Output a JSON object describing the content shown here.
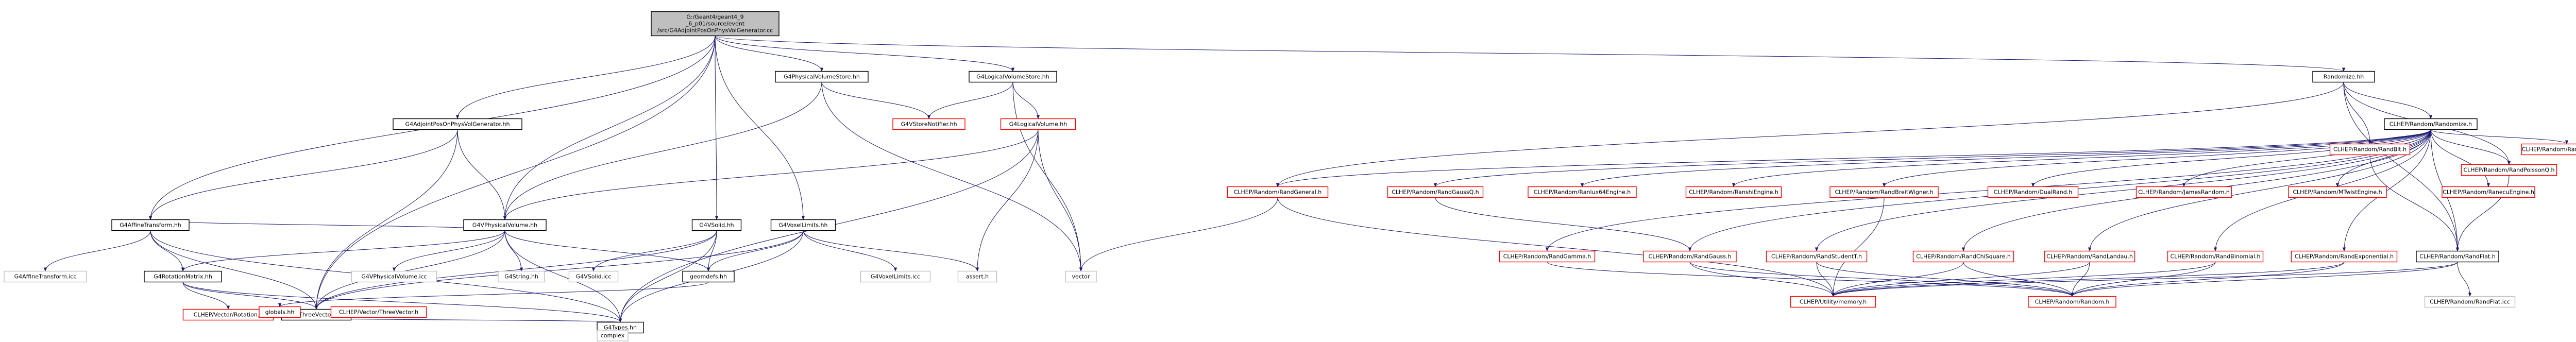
{
  "graph": {
    "colors": {
      "edge": "#191970",
      "root_fill": "#bfbfbf",
      "node_border": "#000000",
      "missing_border": "#ff0000",
      "external_border": "#bfbfbf"
    },
    "nodes": [
      {
        "id": "root",
        "lines": [
          "G:/Geant4/geant4_9",
          "_6_p01/source/event",
          "/src/G4AdjointPosOnPhysVolGenerator.cc"
        ],
        "kind": "root"
      },
      {
        "id": "g4physvolstore",
        "lines": [
          "G4PhysicalVolumeStore.hh"
        ],
        "kind": "normal"
      },
      {
        "id": "g4logvolstore",
        "lines": [
          "G4LogicalVolumeStore.hh"
        ],
        "kind": "normal"
      },
      {
        "id": "randomize",
        "lines": [
          "Randomize.hh"
        ],
        "kind": "normal"
      },
      {
        "id": "g4adjgen_hh",
        "lines": [
          "G4AdjointPosOnPhysVolGenerator.hh"
        ],
        "kind": "normal"
      },
      {
        "id": "g4vstorenotifier",
        "lines": [
          "G4VStoreNotifier.hh"
        ],
        "kind": "red"
      },
      {
        "id": "g4logvol",
        "lines": [
          "G4LogicalVolume.hh"
        ],
        "kind": "red"
      },
      {
        "id": "clhep_randomize",
        "lines": [
          "CLHEP/Random/Randomize.h"
        ],
        "kind": "normal"
      },
      {
        "id": "g4affine",
        "lines": [
          "G4AffineTransform.hh"
        ],
        "kind": "normal"
      },
      {
        "id": "g4vphysvol",
        "lines": [
          "G4VPhysicalVolume.hh"
        ],
        "kind": "normal"
      },
      {
        "id": "g4vsolid",
        "lines": [
          "G4VSolid.hh"
        ],
        "kind": "normal"
      },
      {
        "id": "g4voxellimits",
        "lines": [
          "G4VoxelLimits.hh"
        ],
        "kind": "normal"
      },
      {
        "id": "g4affine_icc",
        "lines": [
          "G4AffineTransform.icc"
        ],
        "kind": "leaf"
      },
      {
        "id": "g4rotmatrix",
        "lines": [
          "G4RotationMatrix.hh"
        ],
        "kind": "normal"
      },
      {
        "id": "g4vphysvol_icc",
        "lines": [
          "G4VPhysicalVolume.icc"
        ],
        "kind": "leaf"
      },
      {
        "id": "g4string",
        "lines": [
          "G4String.hh"
        ],
        "kind": "leaf"
      },
      {
        "id": "g4vsolid_icc",
        "lines": [
          "G4VSolid.icc"
        ],
        "kind": "leaf"
      },
      {
        "id": "geomdefs",
        "lines": [
          "geomdefs.hh"
        ],
        "kind": "normal"
      },
      {
        "id": "g4voxellimits_icc",
        "lines": [
          "G4VoxelLimits.icc"
        ],
        "kind": "leaf"
      },
      {
        "id": "assert",
        "lines": [
          "assert.h"
        ],
        "kind": "leaf"
      },
      {
        "id": "vector",
        "lines": [
          "vector"
        ],
        "kind": "leaf"
      },
      {
        "id": "clhep_rotation",
        "lines": [
          "CLHEP/Vector/Rotation.h"
        ],
        "kind": "red"
      },
      {
        "id": "g4threevector",
        "lines": [
          "G4ThreeVector.hh"
        ],
        "kind": "normal"
      },
      {
        "id": "globals",
        "lines": [
          "globals.hh"
        ],
        "kind": "red"
      },
      {
        "id": "clhep_threevector",
        "lines": [
          "CLHEP/Vector/ThreeVector.h"
        ],
        "kind": "red"
      },
      {
        "id": "g4types",
        "lines": [
          "G4Types.hh"
        ],
        "kind": "normal"
      },
      {
        "id": "complex",
        "lines": [
          "complex"
        ],
        "kind": "leaf"
      },
      {
        "id": "clhep_randgeneral",
        "lines": [
          "CLHEP/Random/RandGeneral.h"
        ],
        "kind": "red"
      },
      {
        "id": "clhep_randgaussq",
        "lines": [
          "CLHEP/Random/RandGaussQ.h"
        ],
        "kind": "red"
      },
      {
        "id": "clhep_ranlux64",
        "lines": [
          "CLHEP/Random/Ranlux64Engine.h"
        ],
        "kind": "red"
      },
      {
        "id": "clhep_ranshi",
        "lines": [
          "CLHEP/Random/RanshiEngine.h"
        ],
        "kind": "red"
      },
      {
        "id": "clhep_randbreitwigner",
        "lines": [
          "CLHEP/Random/RandBreitWigner.h"
        ],
        "kind": "red"
      },
      {
        "id": "clhep_dualrand",
        "lines": [
          "CLHEP/Random/DualRand.h"
        ],
        "kind": "red"
      },
      {
        "id": "clhep_jamesrandom",
        "lines": [
          "CLHEP/Random/JamesRandom.h"
        ],
        "kind": "red"
      },
      {
        "id": "clhep_mtwist",
        "lines": [
          "CLHEP/Random/MTwistEngine.h"
        ],
        "kind": "red"
      },
      {
        "id": "clhep_ranecu",
        "lines": [
          "CLHEP/Random/RanecuEngine.h"
        ],
        "kind": "red"
      },
      {
        "id": "clhep_ranluxengine",
        "lines": [
          "CLHEP/Random/RanluxEngine.h"
        ],
        "kind": "red"
      },
      {
        "id": "clhep_randbit",
        "lines": [
          "CLHEP/Random/RandBit.h"
        ],
        "kind": "red"
      },
      {
        "id": "clhep_randpoissonq",
        "lines": [
          "CLHEP/Random/RandPoissonQ.h"
        ],
        "kind": "red"
      },
      {
        "id": "clhep_randgamma",
        "lines": [
          "CLHEP/Random/RandGamma.h"
        ],
        "kind": "red"
      },
      {
        "id": "clhep_randgauss",
        "lines": [
          "CLHEP/Random/RandGauss.h"
        ],
        "kind": "red"
      },
      {
        "id": "clhep_randstudentt",
        "lines": [
          "CLHEP/Random/RandStudentT.h"
        ],
        "kind": "red"
      },
      {
        "id": "clhep_randchisquare",
        "lines": [
          "CLHEP/Random/RandChiSquare.h"
        ],
        "kind": "red"
      },
      {
        "id": "clhep_randlandau",
        "lines": [
          "CLHEP/Random/RandLandau.h"
        ],
        "kind": "red"
      },
      {
        "id": "clhep_randbinomial",
        "lines": [
          "CLHEP/Random/RandBinomial.h"
        ],
        "kind": "red"
      },
      {
        "id": "clhep_randexponential",
        "lines": [
          "CLHEP/Random/RandExponential.h"
        ],
        "kind": "red"
      },
      {
        "id": "clhep_randflat",
        "lines": [
          "CLHEP/Random/RandFlat.h"
        ],
        "kind": "normal"
      },
      {
        "id": "clhep_memory",
        "lines": [
          "CLHEP/Utility/memory.h"
        ],
        "kind": "red"
      },
      {
        "id": "clhep_random",
        "lines": [
          "CLHEP/Random/Random.h"
        ],
        "kind": "red"
      },
      {
        "id": "clhep_randflat_icc",
        "lines": [
          "CLHEP/Random/RandFlat.icc"
        ],
        "kind": "leaf"
      }
    ],
    "edges": [
      [
        "root",
        "g4physvolstore"
      ],
      [
        "root",
        "g4logvolstore"
      ],
      [
        "root",
        "randomize"
      ],
      [
        "root",
        "g4adjgen_hh"
      ],
      [
        "root",
        "g4affine"
      ],
      [
        "root",
        "g4vphysvol"
      ],
      [
        "root",
        "g4vsolid"
      ],
      [
        "root",
        "g4voxellimits"
      ],
      [
        "root",
        "g4threevector"
      ],
      [
        "g4physvolstore",
        "g4vstorenotifier"
      ],
      [
        "g4physvolstore",
        "g4vphysvol"
      ],
      [
        "g4physvolstore",
        "vector"
      ],
      [
        "g4logvolstore",
        "g4vstorenotifier"
      ],
      [
        "g4logvolstore",
        "g4logvol"
      ],
      [
        "g4logvolstore",
        "vector"
      ],
      [
        "g4logvol",
        "g4vphysvol"
      ],
      [
        "g4logvol",
        "assert"
      ],
      [
        "g4logvol",
        "vector"
      ],
      [
        "g4logvol",
        "g4types"
      ],
      [
        "g4adjgen_hh",
        "g4vphysvol"
      ],
      [
        "g4adjgen_hh",
        "g4threevector"
      ],
      [
        "g4adjgen_hh",
        "g4affine"
      ],
      [
        "g4affine",
        "g4rotmatrix"
      ],
      [
        "g4affine",
        "g4threevector"
      ],
      [
        "g4affine",
        "g4affine_icc"
      ],
      [
        "g4affine",
        "g4types"
      ],
      [
        "g4vphysvol",
        "g4types"
      ],
      [
        "g4vphysvol",
        "g4string"
      ],
      [
        "g4vphysvol",
        "geomdefs"
      ],
      [
        "g4vphysvol",
        "g4threevector"
      ],
      [
        "g4vphysvol",
        "g4rotmatrix"
      ],
      [
        "g4vphysvol",
        "g4affine"
      ],
      [
        "g4vphysvol",
        "g4vphysvol_icc"
      ],
      [
        "g4vsolid",
        "g4types"
      ],
      [
        "g4vsolid",
        "g4threevector"
      ],
      [
        "g4vsolid",
        "geomdefs"
      ],
      [
        "g4vsolid",
        "g4vsolid_icc"
      ],
      [
        "g4voxellimits",
        "g4types"
      ],
      [
        "g4voxellimits",
        "geomdefs"
      ],
      [
        "g4voxellimits",
        "g4threevector"
      ],
      [
        "g4voxellimits",
        "assert"
      ],
      [
        "g4voxellimits",
        "g4voxellimits_icc"
      ],
      [
        "geomdefs",
        "globals"
      ],
      [
        "g4rotmatrix",
        "clhep_rotation"
      ],
      [
        "g4rotmatrix",
        "g4threevector"
      ],
      [
        "g4rotmatrix",
        "g4types"
      ],
      [
        "g4threevector",
        "clhep_threevector"
      ],
      [
        "g4threevector",
        "globals"
      ],
      [
        "globals",
        "g4types"
      ],
      [
        "g4types",
        "complex"
      ],
      [
        "randomize",
        "clhep_randomize"
      ],
      [
        "randomize",
        "clhep_randflat"
      ],
      [
        "randomize",
        "clhep_randbit"
      ],
      [
        "randomize",
        "clhep_randpoissonq"
      ],
      [
        "randomize",
        "clhep_randgeneral"
      ],
      [
        "clhep_randomize",
        "clhep_randgeneral"
      ],
      [
        "clhep_randomize",
        "clhep_randgaussq"
      ],
      [
        "clhep_randomize",
        "clhep_ranlux64"
      ],
      [
        "clhep_randomize",
        "clhep_ranshi"
      ],
      [
        "clhep_randomize",
        "clhep_randbreitwigner"
      ],
      [
        "clhep_randomize",
        "clhep_dualrand"
      ],
      [
        "clhep_randomize",
        "clhep_jamesrandom"
      ],
      [
        "clhep_randomize",
        "clhep_mtwist"
      ],
      [
        "clhep_randomize",
        "clhep_ranecu"
      ],
      [
        "clhep_randomize",
        "clhep_ranluxengine"
      ],
      [
        "clhep_randomize",
        "clhep_randbit"
      ],
      [
        "clhep_randomize",
        "clhep_randpoissonq"
      ],
      [
        "clhep_randomize",
        "clhep_randgamma"
      ],
      [
        "clhep_randomize",
        "clhep_randgauss"
      ],
      [
        "clhep_randomize",
        "clhep_randstudentt"
      ],
      [
        "clhep_randomize",
        "clhep_randchisquare"
      ],
      [
        "clhep_randomize",
        "clhep_randlandau"
      ],
      [
        "clhep_randomize",
        "clhep_randbinomial"
      ],
      [
        "clhep_randomize",
        "clhep_randexponential"
      ],
      [
        "clhep_randomize",
        "clhep_randflat"
      ],
      [
        "clhep_randgeneral",
        "vector"
      ],
      [
        "clhep_randgeneral",
        "clhep_memory"
      ],
      [
        "clhep_randbit",
        "clhep_randflat"
      ],
      [
        "clhep_randpoissonq",
        "clhep_randflat"
      ],
      [
        "clhep_randgaussq",
        "clhep_randgauss"
      ],
      [
        "clhep_randgamma",
        "clhep_random"
      ],
      [
        "clhep_randgauss",
        "clhep_memory"
      ],
      [
        "clhep_randgauss",
        "clhep_random"
      ],
      [
        "clhep_randstudentt",
        "clhep_memory"
      ],
      [
        "clhep_randstudentt",
        "clhep_random"
      ],
      [
        "clhep_randchisquare",
        "clhep_memory"
      ],
      [
        "clhep_randchisquare",
        "clhep_random"
      ],
      [
        "clhep_randlandau",
        "clhep_memory"
      ],
      [
        "clhep_randlandau",
        "clhep_random"
      ],
      [
        "clhep_randbinomial",
        "clhep_memory"
      ],
      [
        "clhep_randbinomial",
        "clhep_random"
      ],
      [
        "clhep_randexponential",
        "clhep_memory"
      ],
      [
        "clhep_randexponential",
        "clhep_random"
      ],
      [
        "clhep_randbreitwigner",
        "clhep_memory"
      ],
      [
        "clhep_randflat",
        "clhep_memory"
      ],
      [
        "clhep_randflat",
        "clhep_random"
      ],
      [
        "clhep_randflat",
        "clhep_randflat_icc"
      ]
    ]
  }
}
